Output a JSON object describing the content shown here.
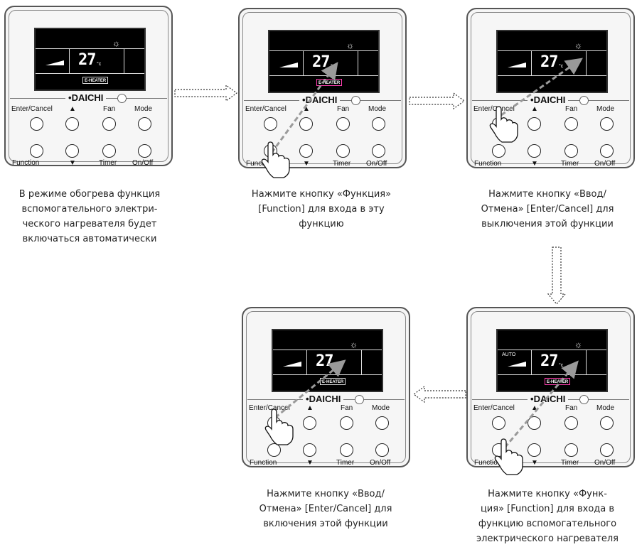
{
  "remote": {
    "brand": "DAICHI",
    "temperature": "27",
    "temp_unit": "°c",
    "mode_icon": "sun-icon",
    "e_heater_label": "E-HEATER",
    "auto_label": "AUTO",
    "buttons": {
      "enter_cancel": "Enter/Cancel",
      "up": "▲",
      "fan": "Fan",
      "mode": "Mode",
      "function": "Function",
      "down": "▼",
      "timer": "Timer",
      "on_off": "On/Off"
    }
  },
  "colors": {
    "highlight": "#ff3fb0",
    "arrow": "#9a9a9a",
    "lcd": "#000000"
  },
  "steps": [
    {
      "lines": [
        "В режиме обогрева функция",
        "вспомогательного электри-",
        "ческого нагревателя будет",
        "включаться автоматически"
      ]
    },
    {
      "lines": [
        "Нажмите кнопку «Функция»",
        "[Function] для входа в эту",
        "функцию"
      ]
    },
    {
      "lines": [
        "Нажмите кнопку «Ввод/",
        "Отмена» [Enter/Cancel] для",
        "выключения этой функции"
      ]
    },
    {
      "lines": [
        "Нажмите кнопку «Ввод/",
        "Отмена» [Enter/Cancel] для",
        "включения этой функции"
      ]
    },
    {
      "lines": [
        "Нажмите кнопку «Функ-",
        "ция» [Function] для входа в",
        "функцию вспомогательного",
        "электрического нагревателя"
      ]
    }
  ]
}
